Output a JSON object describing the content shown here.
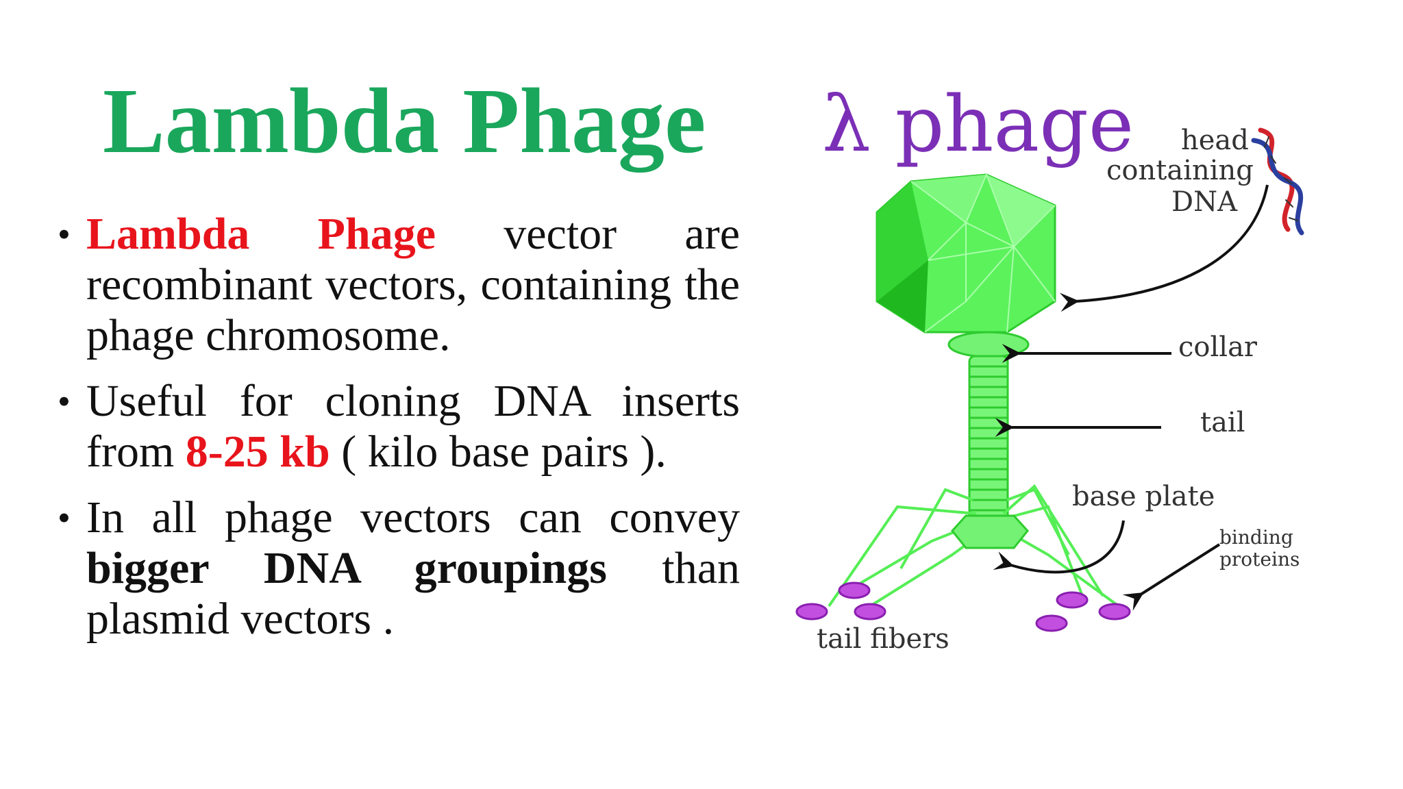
{
  "slide": {
    "title": "Lambda Phage",
    "bullets": [
      {
        "marker": "•",
        "segments": [
          {
            "text": "Lambda Phage",
            "style": "red"
          },
          {
            "text": " vector are recombinant vectors, containing the phage chromosome.",
            "style": "normal"
          }
        ]
      },
      {
        "marker": "•",
        "segments": [
          {
            "text": "Useful for cloning DNA inserts from ",
            "style": "normal"
          },
          {
            "text": "8-25 kb",
            "style": "red"
          },
          {
            "text": " ( kilo base pairs ).",
            "style": "normal"
          }
        ]
      },
      {
        "marker": "•",
        "segments": [
          {
            "text": "In all phage vectors can convey ",
            "style": "normal"
          },
          {
            "text": "bigger DNA groupings",
            "style": "bold"
          },
          {
            "text": " than plasmid vectors .",
            "style": "normal"
          }
        ]
      }
    ]
  },
  "figure": {
    "title": "λ phage",
    "labels": {
      "head_line1": "head",
      "head_line2": "containing",
      "head_line3": "DNA",
      "collar": "collar",
      "tail": "tail",
      "base_plate": "base plate",
      "binding_line1": "binding",
      "binding_line2": "proteins",
      "tail_fibers": "tail fibers"
    },
    "colors": {
      "title": "#7b2fb6",
      "phage_body": "#55ee55",
      "phage_dark": "#1fb81f",
      "binding_protein": "#c34fe0",
      "dna_strand_a": "#d2232a",
      "dna_strand_b": "#2a3f9f"
    }
  },
  "colors": {
    "title_green": "#1aa75c",
    "highlight_red": "#e8141c",
    "text": "#111111"
  }
}
